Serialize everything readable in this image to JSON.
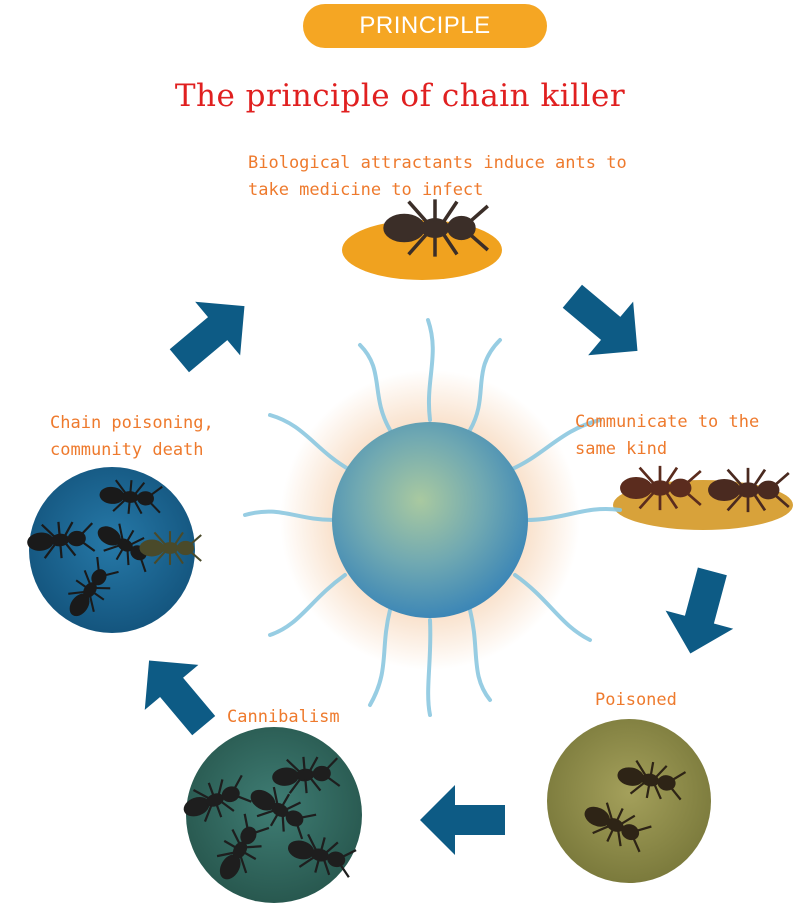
{
  "header": {
    "badge_text": "PRINCIPLE",
    "title": "The principle of chain killer"
  },
  "steps": [
    {
      "label": "Biological attractants induce ants to\ntake medicine to infect"
    },
    {
      "label": "Communicate to the\nsame kind"
    },
    {
      "label": "Poisoned"
    },
    {
      "label": "Cannibalism"
    },
    {
      "label": "Chain poisoning,\ncommunity death"
    }
  ],
  "colors": {
    "badge": "#f5a623",
    "title": "#e02020",
    "label": "#ee7a2d",
    "arrow": "#0d5b85"
  }
}
